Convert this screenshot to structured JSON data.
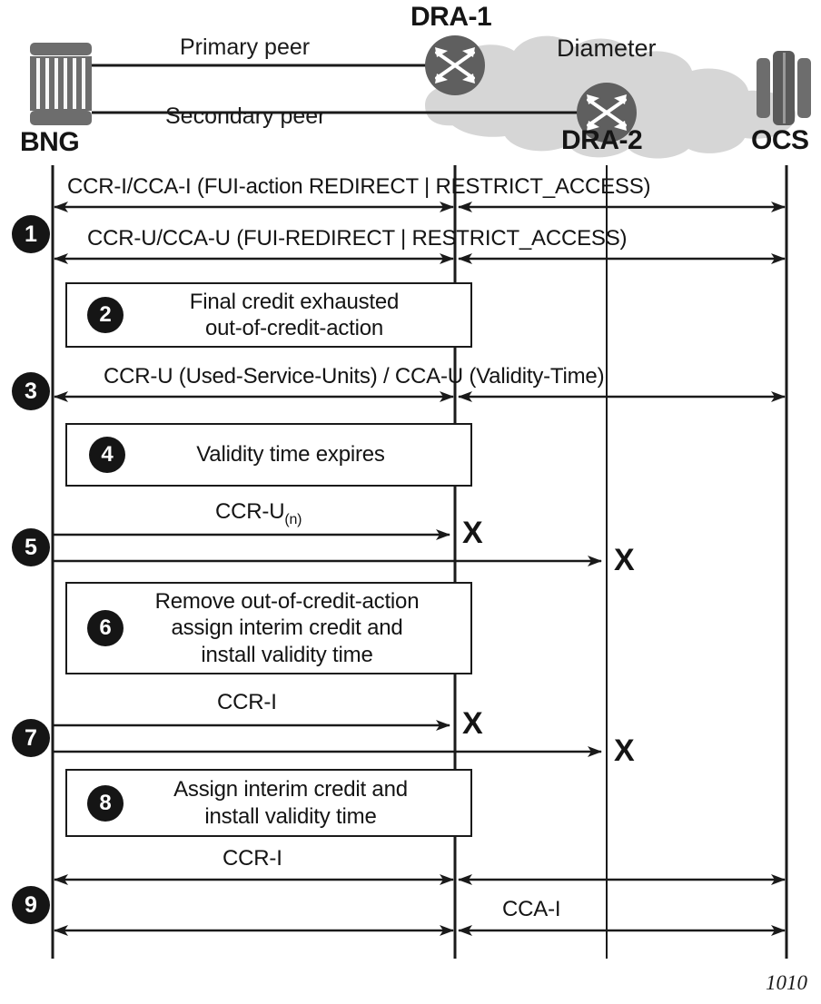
{
  "figure": {
    "caption": "1010",
    "cloud_label": "Diameter"
  },
  "nodes": [
    {
      "id": "bng",
      "label": "BNG",
      "icon": "router-cylinder-icon"
    },
    {
      "id": "dra1",
      "label": "DRA-1",
      "icon": "dra-crossed-arrows-icon"
    },
    {
      "id": "dra2",
      "label": "DRA-2",
      "icon": "dra-crossed-arrows-icon"
    },
    {
      "id": "ocs",
      "label": "OCS",
      "icon": "server-stack-icon"
    }
  ],
  "peer_links": [
    {
      "label": "Primary peer"
    },
    {
      "label": "Secondary peer"
    }
  ],
  "steps": [
    {
      "number": "1",
      "kind": "messages",
      "messages": [
        {
          "label": "CCR-I/CCA-I (FUI-action REDIRECT | RESTRICT_ACCESS)"
        },
        {
          "label": "CCR-U/CCA-U (FUI-REDIRECT | RESTRICT_ACCESS)"
        }
      ]
    },
    {
      "number": "2",
      "kind": "note",
      "text": "Final credit exhausted\nout-of-credit-action"
    },
    {
      "number": "3",
      "kind": "messages",
      "messages": [
        {
          "label": "CCR-U (Used-Service-Units) / CCA-U (Validity-Time)"
        }
      ]
    },
    {
      "number": "4",
      "kind": "note",
      "text": "Validity time expires"
    },
    {
      "number": "5",
      "kind": "messages",
      "messages": [
        {
          "label": "CCR-U",
          "sublabel": "(n)"
        }
      ],
      "failures": [
        "X",
        "X"
      ]
    },
    {
      "number": "6",
      "kind": "note",
      "text": "Remove out-of-credit-action\nassign interim credit and\ninstall validity time"
    },
    {
      "number": "7",
      "kind": "messages",
      "messages": [
        {
          "label": "CCR-I"
        }
      ],
      "failures": [
        "X",
        "X"
      ]
    },
    {
      "number": "8",
      "kind": "note",
      "text": "Assign interim credit and\ninstall validity time"
    },
    {
      "number": "9",
      "kind": "messages",
      "messages": [
        {
          "label": "CCR-I"
        },
        {
          "label": "CCA-I"
        }
      ]
    }
  ],
  "colors": {
    "stroke": "#1a1a1a",
    "device_gray": "#6d6d6d",
    "device_gray_dark": "#5a5a5a",
    "cloud_gray": "#d6d6d6",
    "badge_black": "#151515"
  }
}
